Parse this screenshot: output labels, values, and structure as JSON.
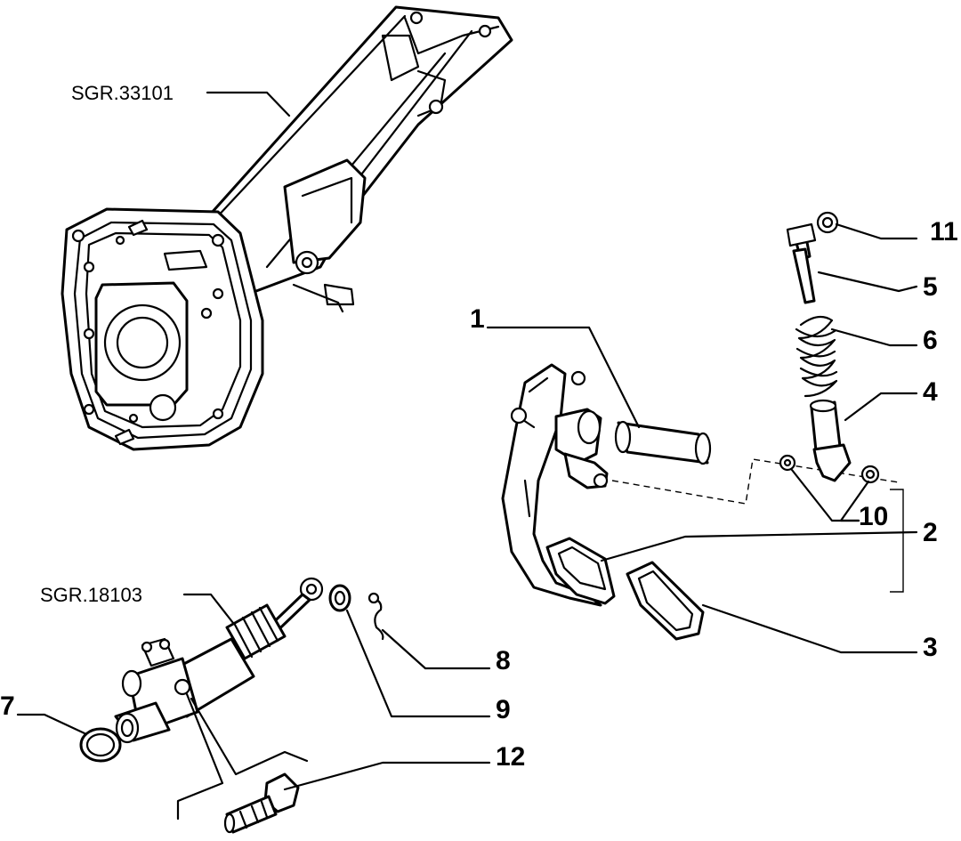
{
  "callouts": {
    "ref_33101": "SGR.33101",
    "ref_18103": "SGR.18103",
    "p1": "1",
    "p2": "2",
    "p3": "3",
    "p4": "4",
    "p5": "5",
    "p6": "6",
    "p7": "7",
    "p8": "8",
    "p9": "9",
    "p10": "10",
    "p11": "11",
    "p12": "12"
  }
}
